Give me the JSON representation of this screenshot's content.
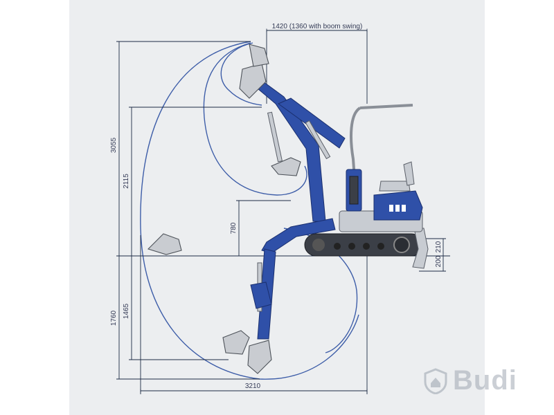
{
  "dimensions": {
    "top_width": "1420 (1360 with boom swing)",
    "max_height": "3055",
    "dump_height": "2115",
    "min_height": "780",
    "dig_depth": "1760",
    "vertical_wall_depth": "1465",
    "reach": "3210",
    "blade_raise": "210",
    "blade_drop": "200"
  },
  "watermark": {
    "brand": "Budi",
    "icon": "shield-house-icon"
  },
  "colors": {
    "panel": "#eceef0",
    "machine_blue": "#2f50a8",
    "reach_curve": "#3d5da8",
    "dimension_line": "#1c2a44"
  }
}
